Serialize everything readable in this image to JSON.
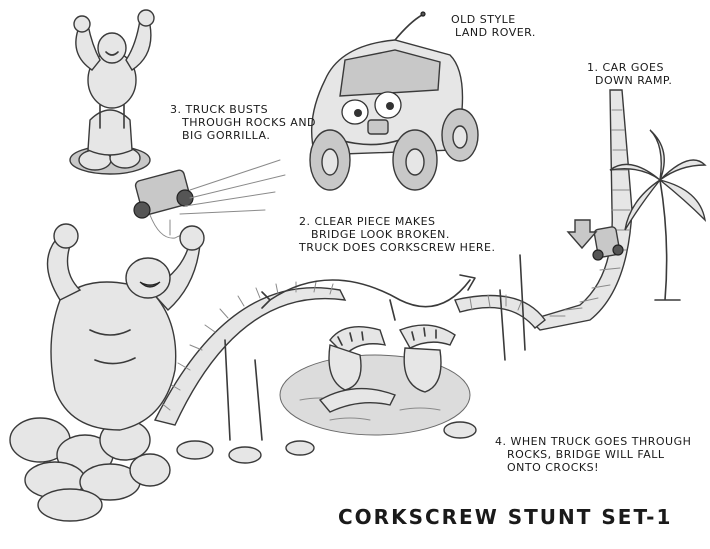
{
  "sheet": {
    "title": "CORKSCREW STUNT SET-1"
  },
  "notes": {
    "vehicle_label": "OLD STYLE\n LAND ROVER.",
    "step1": "1. CAR GOES\n  DOWN RAMP.",
    "step2": "2. CLEAR PIECE MAKES\n   BRIDGE LOOK BROKEN.\nTRUCK DOES CORKSCREW HERE.",
    "step3": "3. TRUCK BUSTS\n   THROUGH ROCKS AND\n   BIG GORRILLA.",
    "step4": "4. WHEN TRUCK GOES THROUGH\n   ROCKS, BRIDGE WILL FALL\n   ONTO CROCKS!"
  },
  "illustrations": {
    "small_gorilla": "gorilla-flexing-on-rocks",
    "truck_crash": "truck-busting-through",
    "land_rover": "cartoon-land-rover",
    "ramp": "descending-ramp-with-palm-tree",
    "bridge": "rope-bridge-arch",
    "crocodiles": "crocodiles-in-pond",
    "big_gorilla": "big-gorilla-on-rock-pile",
    "corkscrew_arrow": "corkscrew-arrow"
  }
}
